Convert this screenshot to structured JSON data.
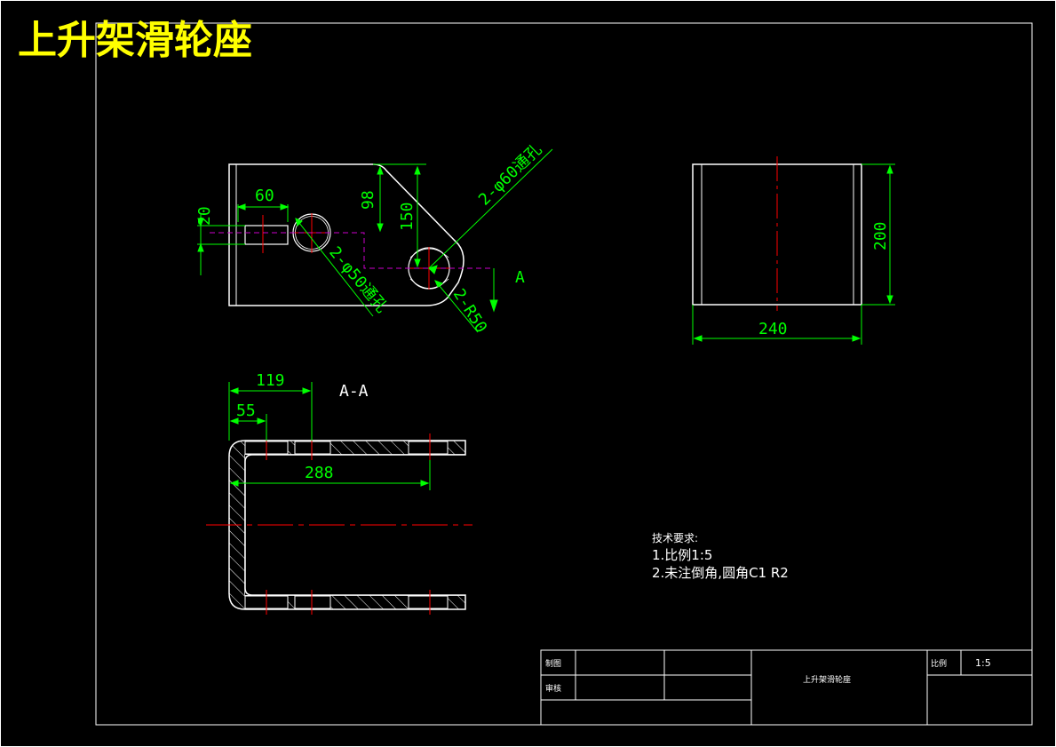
{
  "title": "上升架滑轮座",
  "colors": {
    "background": "#000000",
    "line": "#ffffff",
    "dimension": "#00ff00",
    "centerline": "#ff0000",
    "hidden": "#cc00cc",
    "title": "#ffff00"
  },
  "front_view": {
    "dims": {
      "d60": "60",
      "d20": "20",
      "d98": "98",
      "d150": "150",
      "hole_small": "2-φ50通孔",
      "hole_large": "2-φ60通孔",
      "radius": "2-R50"
    },
    "section_marker": "A"
  },
  "side_view": {
    "dims": {
      "d200": "200",
      "d240": "240"
    }
  },
  "section_view": {
    "label": "A-A",
    "dims": {
      "d119": "119",
      "d55": "55",
      "d288": "288"
    }
  },
  "tech_notes": {
    "heading": "技术要求:",
    "line1": "1.比例1:5",
    "line2": "2.未注倒角,圆角C1 R2"
  },
  "title_block": {
    "drawn_by_label": "制图",
    "reviewed_by_label": "审核",
    "part_name": "上升架滑轮座",
    "scale_label": "比例",
    "scale_value": "1:5"
  }
}
